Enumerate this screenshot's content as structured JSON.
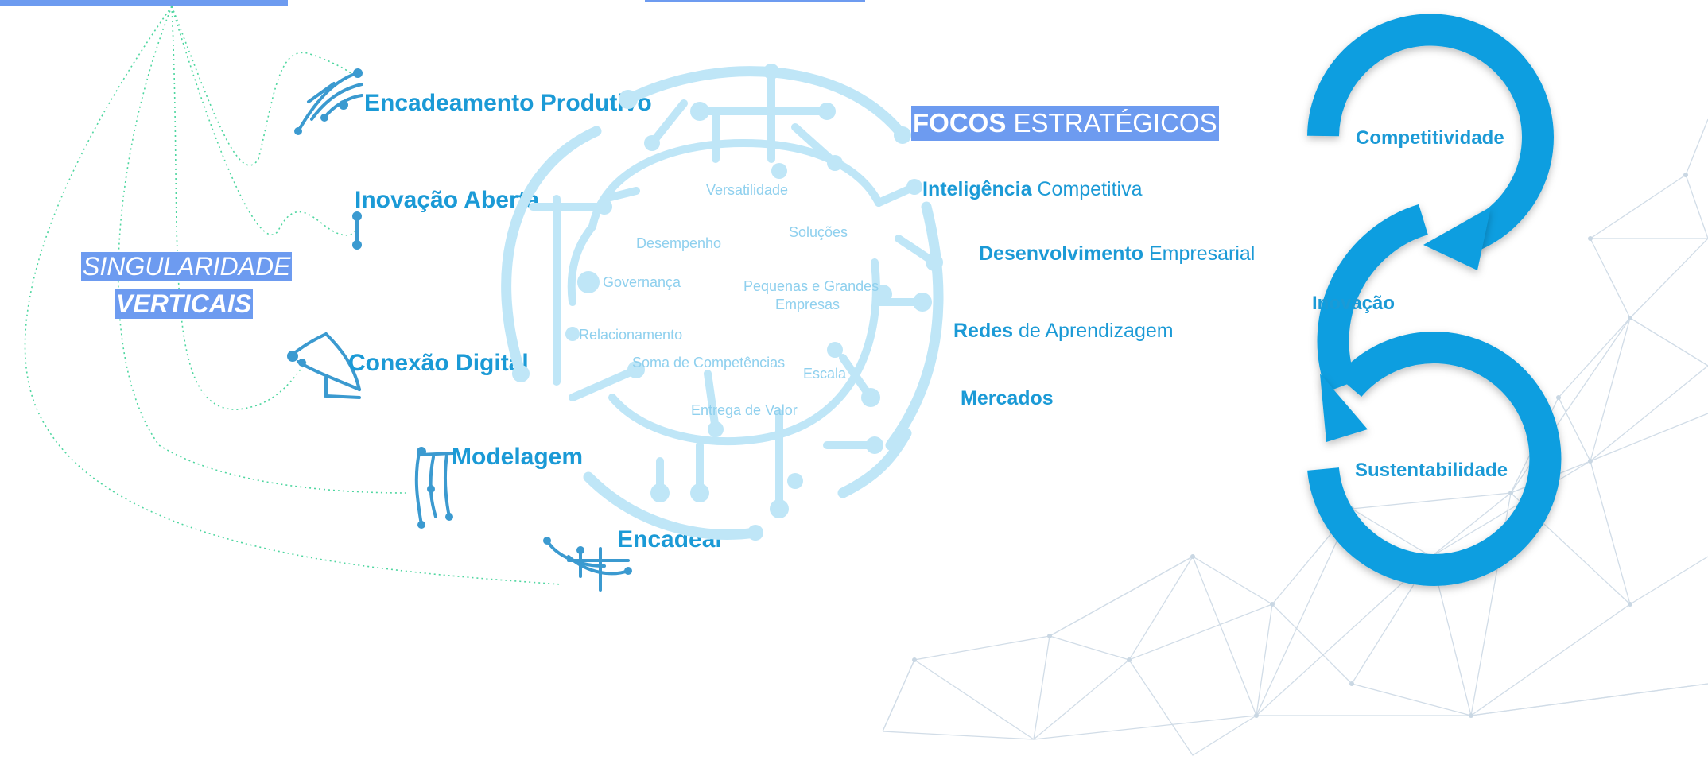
{
  "singularidade": {
    "line1": "SINGULARIDADE",
    "line2": "VERTICAIS"
  },
  "verticals": [
    {
      "label": "Encadeamento Produtivo",
      "icon": "circuit-icon"
    },
    {
      "label": "Inovação Aberta",
      "icon": "circuit-icon"
    },
    {
      "label": "Conexão Digital",
      "icon": "circuit-icon"
    },
    {
      "label": "Modelagem",
      "icon": "circuit-icon"
    },
    {
      "label": "Encadear",
      "icon": "circuit-icon"
    }
  ],
  "wheel_words": [
    "Versatilidade",
    "Desempenho",
    "Soluções",
    "Governança",
    "Pequenas e Grandes",
    "Empresas",
    "Relacionamento",
    "Soma de Competências",
    "Escala",
    "Entrega de Valor"
  ],
  "focos": {
    "title_bold": "FOCOS",
    "title_rest": "ESTRATÉGICOS",
    "items": [
      {
        "bold": "Inteligência",
        "rest": "Competitiva"
      },
      {
        "bold": "Desenvolvimento",
        "rest": "Empresarial"
      },
      {
        "bold": "Redes",
        "rest": "de Aprendizagem"
      },
      {
        "bold": "Mercados",
        "rest": ""
      }
    ]
  },
  "cycle": [
    "Competitividade",
    "Inovação",
    "Sustentabilidade"
  ],
  "colors": {
    "brand_blue": "#1b9ad6",
    "arrow_blue": "#0b9ee0",
    "highlight": "#6d9bf0",
    "wheel_light": "#bfe6f7",
    "dotted_green": "#4fd6a0",
    "network_grey": "#c9d7e3"
  }
}
